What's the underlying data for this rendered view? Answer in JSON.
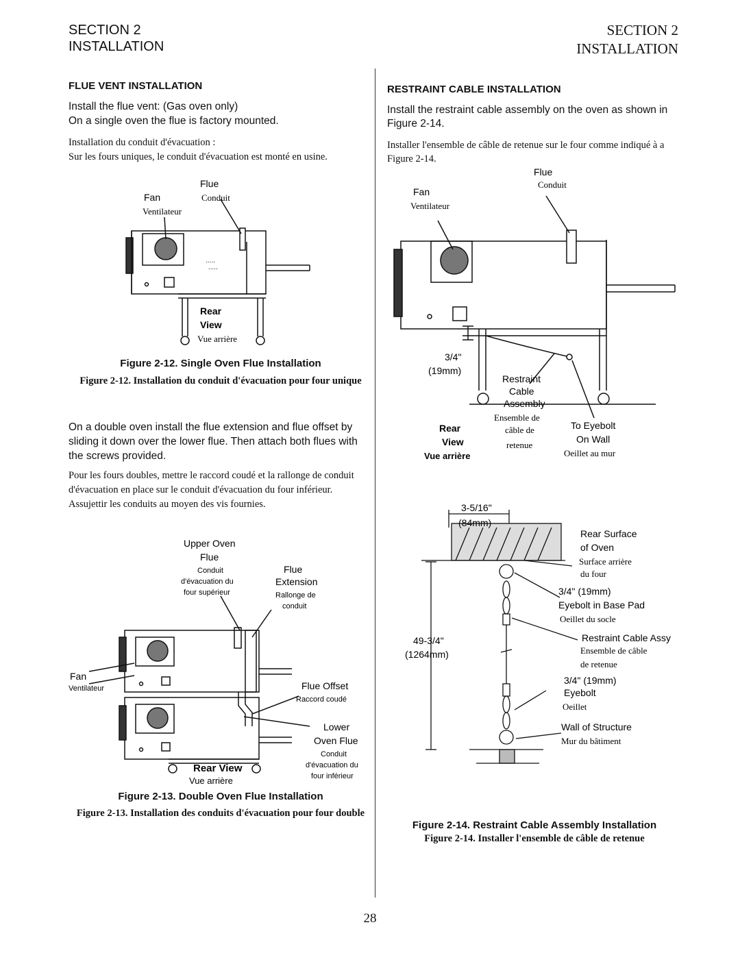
{
  "header": {
    "left_section": "SECTION 2",
    "left_title": "INSTALLATION",
    "right_section": "SECTION 2",
    "right_title": "INSTALLATION"
  },
  "flue": {
    "heading": "FLUE VENT INSTALLATION",
    "en_line1": "Install the flue vent: (Gas oven only)",
    "en_line2": "On a single oven the flue is factory mounted.",
    "fr_line1": "Installation du conduit d'évacuation :",
    "fr_line2": "Sur les fours uniques, le conduit d'évacuation est monté en usine.",
    "fig12": {
      "flue": "Flue",
      "conduit": "Conduit",
      "fan": "Fan",
      "ventilateur": "Ventilateur",
      "rear": "Rear",
      "view": "View",
      "vue_arriere": "Vue arrière",
      "caption_en": "Figure 2-12. Single Oven Flue Installation",
      "caption_fr": "Figure 2-12. Installation du conduit d'évacuation pour four unique"
    },
    "double_en": "On a double oven install the flue extension and flue offset by sliding it down over the lower flue. Then attach both flues with the screws provided.",
    "double_fr": "Pour les fours doubles, mettre le raccord coudé et la rallonge de conduit d'évacuation en place sur le conduit d'évacuation du four inférieur. Assujettir les conduits au moyen des vis fournies.",
    "fig13": {
      "upper_oven": "Upper Oven",
      "flue": "Flue",
      "conduit_fr1": "Conduit",
      "conduit_fr2": "d'évacuation du",
      "conduit_fr3": "four supérieur",
      "flue2": "Flue",
      "extension": "Extension",
      "rallonge1": "Rallonge de",
      "rallonge2": "conduit",
      "fan": "Fan",
      "ventilateur": "Ventilateur",
      "flue_offset": "Flue Offset",
      "raccord": "Raccord coudé",
      "lower": "Lower",
      "oven_flue": "Oven Flue",
      "lower_fr1": "Conduit",
      "lower_fr2": "d'évacuation du",
      "lower_fr3": "four inférieur",
      "rear_view": "Rear View",
      "vue_arriere": "Vue arrière",
      "caption_en": "Figure 2-13. Double Oven Flue Installation",
      "caption_fr": "Figure 2-13. Installation des conduits d'évacuation pour four double"
    }
  },
  "restraint": {
    "heading": "RESTRAINT CABLE INSTALLATION",
    "en": "Install the restraint cable assembly on the oven as shown in Figure 2-14.",
    "fr": "Installer l'ensemble de câble de retenue sur le four comme indiqué à a Figure 2-14.",
    "fig14": {
      "flue": "Flue",
      "conduit": "Conduit",
      "fan": "Fan",
      "ventilateur": "Ventilateur",
      "dim1": "3/4\"",
      "dim1b": "(19mm)",
      "restraint": "Restraint",
      "cable": "Cable",
      "assembly": "Assembly",
      "ens1": "Ensemble de",
      "ens2": "câble de",
      "ens3": "retenue",
      "rear": "Rear",
      "view": "View",
      "vue_arriere": "Vue arrière",
      "to_eyebolt": "To Eyebolt",
      "on_wall": "On Wall",
      "oeillet_mur": "Oeillet au mur",
      "dim_top1": "3-5/16\"",
      "dim_top2": "(84mm)",
      "rear_surface": "Rear Surface",
      "of_oven": "of Oven",
      "surface_fr1": "Surface arrière",
      "surface_fr2": "du four",
      "eyebolt_dim": "3/4\" (19mm)",
      "eyebolt_base": "Eyebolt in Base Pad",
      "oeillet_socle": "Oeillet du socle",
      "height1": "49-3/4\"",
      "height2": "(1264mm)",
      "rca": "Restraint Cable Assy",
      "rca_fr1": "Ensemble de câble",
      "rca_fr2": "de retenue",
      "eyebolt2_dim": "3/4\" (19mm)",
      "eyebolt2": "Eyebolt",
      "oeillet": "Oeillet",
      "wall": "Wall of Structure",
      "mur": "Mur du bâtiment",
      "caption_en": "Figure 2-14. Restraint Cable Assembly Installation",
      "caption_fr": "Figure 2-14. Installer l'ensemble de câble de retenue"
    }
  },
  "page_number": "28"
}
